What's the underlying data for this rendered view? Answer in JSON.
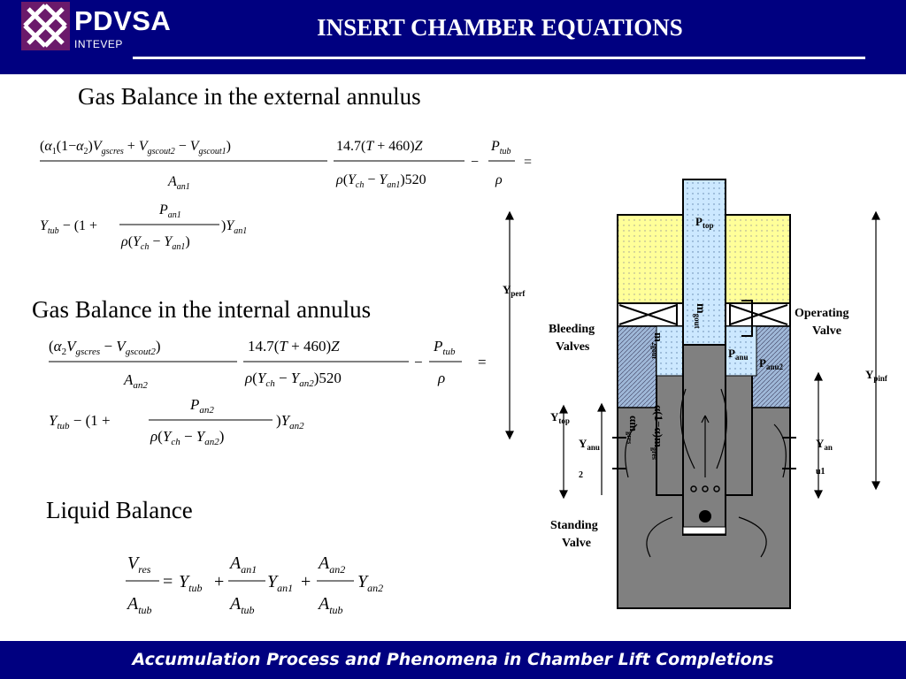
{
  "header": {
    "logo_name": "PDVSA",
    "logo_sub": "INTEVEP",
    "title": "INSERT CHAMBER EQUATIONS",
    "logo_icon": "pdvsa-logo-icon",
    "background": "#000080",
    "logo_color": "#6b1a6b"
  },
  "sections": {
    "external": "Gas Balance in the external annulus",
    "internal": "Gas Balance in the internal annulus",
    "liquid": "Liquid Balance"
  },
  "diagram": {
    "p_top": "P",
    "p_top_sub": "top",
    "p_anu": "P",
    "p_anu_sub": "anu",
    "p_anu2": "P",
    "p_anu2_sub": "anu2",
    "y_perf": "Y",
    "y_perf_sub": "perf",
    "y_pinf": "Y",
    "y_pinf_sub": "pinf",
    "y_top": "Y",
    "y_top_sub": "top",
    "y_anu2": "Y",
    "y_anu2_sub": "anu",
    "y_anu2_tail": "2",
    "y_an1": "Y",
    "y_an1_sub": "an",
    "y_an1_tail": "u1",
    "bleeding_1": "Bleeding",
    "bleeding_2": "Valves",
    "operating_1": "Operating",
    "operating_2": "Valve",
    "standing_1": "Standing",
    "standing_2": "Valve",
    "m_gout": "m",
    "m_gout_sub": "gout",
    "m_2gout": "m",
    "m_2gout_sub": "2gout",
    "m_gres": "α",
    "m_gres_tail": "m",
    "m_gres_sub": "gres",
    "m_lower": "α",
    "m_lower_mid": "(1−α",
    "m_lower_end": ")m",
    "m_lower_sub": "gres",
    "colors": {
      "cream": "#ffff99",
      "light_blue": "#cce8ff",
      "dark_gray": "#808080",
      "hatch_blue": "#9fb8d8"
    }
  },
  "footer": {
    "text": "Accumulation Process and Phenomena in Chamber Lift Completions"
  }
}
